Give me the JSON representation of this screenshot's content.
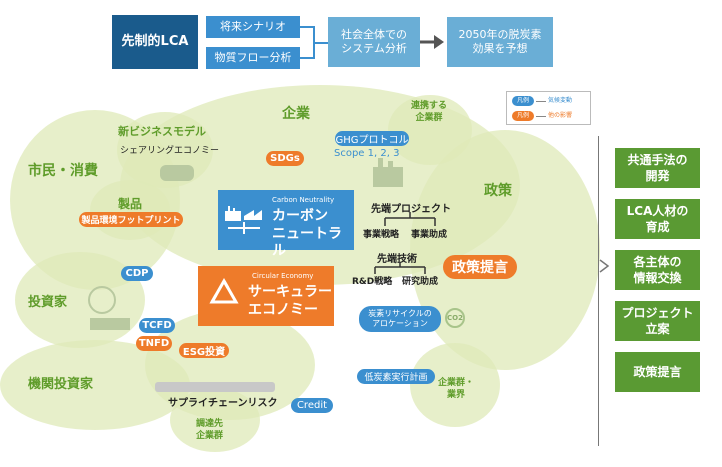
{
  "top_flow": {
    "main": "先制的LCA",
    "future_scenario": "将来シナリオ",
    "material_flow": "物質フロー分析",
    "system_analysis": "社会全体での\nシステム分析",
    "prediction": "2050年の脱炭素\n効果を予想"
  },
  "legend": {
    "tag1": "凡例",
    "label1": "気候変動",
    "tag2": "凡例",
    "label2": "他の影響"
  },
  "groups": {
    "companies": "企業",
    "linked_companies": "連携する\n企業群",
    "new_business": "新ビジネスモデル",
    "sharing": "シェアリングエコノミー",
    "citizens": "市民・消費",
    "products": "製品",
    "policy": "政策",
    "investors": "投資家",
    "institutional_investors": "機関投資家",
    "industry": "企業群・\n業界",
    "procurement": "調達先\n企業群",
    "supply_chain_risk": "サプライチェーンリスク"
  },
  "tags": {
    "sdgs": "SDGs",
    "ghg": "GHGプロトコル",
    "scope": "Scope 1, 2, 3",
    "product_footprint": "製品環境フットプリント",
    "cdp": "CDP",
    "tcfd": "TCFD",
    "tnfd": "TNFD",
    "esg": "ESG投資",
    "credit": "Credit",
    "carbon_recycle": "炭素リサイクルの\nアロケーション",
    "low_carbon_plan": "低炭素実行計画"
  },
  "center": {
    "cn_en": "Carbon Neutrality",
    "cn_jp": "カーボン\nニュートラル",
    "ce_en": "Circular Economy",
    "ce_jp": "サーキュラー\nエコノミー",
    "policy_proposal": "政策提言"
  },
  "tree1": {
    "root": "先端プロジェクト",
    "left": "事業戦略",
    "right": "事業助成"
  },
  "tree2": {
    "root": "先端技術",
    "left": "R&D戦略",
    "right": "研究助成"
  },
  "icons": {
    "co2": "CO2"
  },
  "sidebar": [
    "共通手法の\n開発",
    "LCA人材の\n育成",
    "各主体の\n情報交換",
    "プロジェクト\n立案",
    "政策提言"
  ],
  "colors": {
    "navy": "#1a5b8c",
    "blue": "#3b8fcf",
    "light_blue": "#6aaed6",
    "orange": "#ee7b2a",
    "green": "#5a9a33",
    "blob": "#dfe9b8"
  }
}
